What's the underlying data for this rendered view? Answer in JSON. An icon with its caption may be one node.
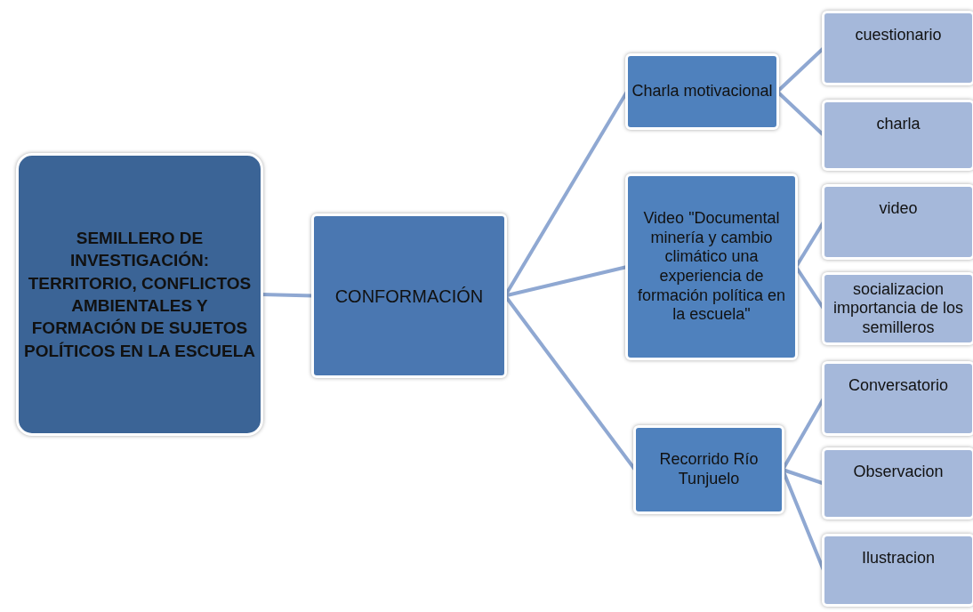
{
  "diagram": {
    "nodes": [
      {
        "text": [
          "SEMILLERO DE INVESTIGACIÓN: TERRITORIO, CONFLICTOS AMBIENTALES Y FORMACIÓN DE SUJETOS POLÍTICOS EN LA ESCUELA"
        ]
      },
      {
        "text": [
          "CONFORMACIÓN"
        ]
      },
      {
        "text": [
          "Charla motivacional"
        ]
      },
      {
        "text": [
          "Video \"Documental minería y cambio climático una experiencia de formación política en la escuela\""
        ]
      },
      {
        "text": [
          "Recorrido Río Tunjuelo"
        ]
      },
      {
        "text": [
          "cuestionario"
        ]
      },
      {
        "text": [
          "charla"
        ]
      },
      {
        "text": [
          "video"
        ]
      },
      {
        "text": [
          "socializacion importancia de los semilleros"
        ]
      },
      {
        "text": [
          "Conversatorio"
        ]
      },
      {
        "text": [
          "Observacion"
        ]
      },
      {
        "text": [
          "Ilustracion"
        ]
      }
    ],
    "edges": [
      {
        "from": 0,
        "to": 1,
        "arrow": "none"
      },
      {
        "from": 1,
        "to": 2,
        "arrow": "none"
      },
      {
        "from": 1,
        "to": 3,
        "arrow": "none"
      },
      {
        "from": 1,
        "to": 4,
        "arrow": "none"
      },
      {
        "from": 2,
        "to": 5,
        "arrow": "none"
      },
      {
        "from": 2,
        "to": 6,
        "arrow": "none"
      },
      {
        "from": 3,
        "to": 7,
        "arrow": "none"
      },
      {
        "from": 3,
        "to": 8,
        "arrow": "none"
      },
      {
        "from": 4,
        "to": 9,
        "arrow": "none"
      },
      {
        "from": 4,
        "to": 10,
        "arrow": "none"
      },
      {
        "from": 4,
        "to": 11,
        "arrow": "none"
      }
    ]
  }
}
